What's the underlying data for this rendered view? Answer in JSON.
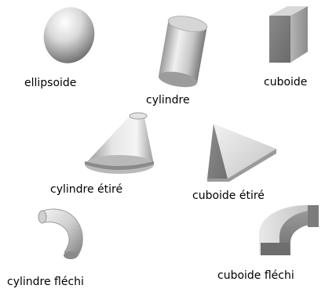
{
  "shapes": [
    {
      "id": "ellipsoid",
      "label": "ellipsoide"
    },
    {
      "id": "cylinder",
      "label": "cylindre"
    },
    {
      "id": "cuboid",
      "label": "cuboide"
    },
    {
      "id": "tapered-cylinder",
      "label": "cylindre étiré"
    },
    {
      "id": "tapered-cuboid",
      "label": "cuboide étiré"
    },
    {
      "id": "bent-cylinder",
      "label": "cylindre fléchi"
    },
    {
      "id": "bent-cuboid",
      "label": "cuboide fléchi"
    }
  ],
  "colors": {
    "background": "#ffffff",
    "shape_light": "#f2f2f2",
    "shape_mid": "#bdbdbd",
    "shape_dark": "#6f6f6f",
    "text": "#000000"
  }
}
